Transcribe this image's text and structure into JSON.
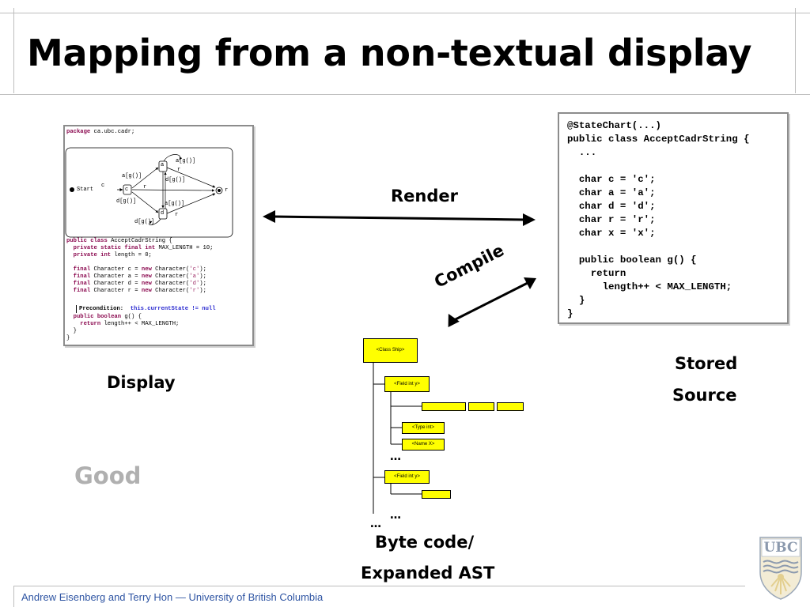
{
  "title": "Mapping from a non-textual display",
  "labels": {
    "render": "Render",
    "compile": "Compile",
    "display": "Display",
    "stored_line1": "Stored",
    "stored_line2": "Source",
    "bytecode_line1": "Byte code/",
    "bytecode_line2": "Expanded AST",
    "good": "Good"
  },
  "footer": "Andrew Eisenberg and Terry Hon — University of British Columbia",
  "logo_text": "UBC",
  "source_code": "@StateChart(...)\npublic class AcceptCadrString {\n  ...\n\n  char c = 'c';\n  char a = 'a';\n  char d = 'd';\n  char r = 'r';\n  char x = 'x';\n\n  public boolean g() {\n    return\n      length++ < MAX_LENGTH;\n  }\n}",
  "thumbnail": {
    "package_kw": "package",
    "package_name": " ca.ubc.cadr;",
    "states": {
      "start": "Start",
      "c": "c",
      "a": "a",
      "d": "d",
      "r": "r"
    },
    "edges": {
      "start_c": "c",
      "ag_top": "a[g()]",
      "ag_left": "a[g()]",
      "r_top": "r",
      "dg_top": "d[g()]",
      "r_mid": "r",
      "dg_left": "d[g()]",
      "ag_bottom": "a[g()]",
      "dg_bottom": "d[g()]",
      "r_bottom": "r"
    },
    "code": {
      "l1_kw": "public class",
      "l1_rest": " AcceptCadrString {",
      "l2_kw": "  private static final int",
      "l2_rest": " MAX_LENGTH = 10;",
      "l3_kw": "  private int",
      "l3_rest": " length = 0;",
      "c_kw": "  final",
      "c_mid": " Character c = ",
      "c_new": "new",
      "c_rest1": " Character(",
      "c_ch": "'c'",
      "c_end": ");",
      "a_kw": "  final",
      "a_mid": " Character a = ",
      "a_new": "new",
      "a_rest1": " Character(",
      "a_ch": "'a'",
      "a_end": ");",
      "d_kw": "  final",
      "d_mid": " Character d = ",
      "d_new": "new",
      "d_rest1": " Character(",
      "d_ch": "'d'",
      "d_end": ");",
      "r_kw": "  final",
      "r_mid": " Character r = ",
      "r_new": "new",
      "r_rest1": " Character(",
      "r_ch": "'r'",
      "r_end": ");",
      "pre_label": "Precondition:",
      "pre_expr": "  this.currentState != null",
      "g_kw": "  public boolean",
      "g_rest": " g() {",
      "ret_kw": "    return",
      "ret_rest": " length++ < MAX_LENGTH;",
      "close1": "  }",
      "close2": "}"
    }
  },
  "ast": {
    "class_ship": "<Class Ship>",
    "field1": "<Field int y>",
    "type_int": "<Type int>",
    "name_x": "<Name X>",
    "field2": "<Field int y>",
    "ellipsis": "…"
  },
  "colors": {
    "title": "#000000",
    "good": "#b0b0b0",
    "footer": "#2f55a3",
    "ast_fill": "#ffff00",
    "keyword": "#8b0a50",
    "rules": "#bdbdbd"
  }
}
